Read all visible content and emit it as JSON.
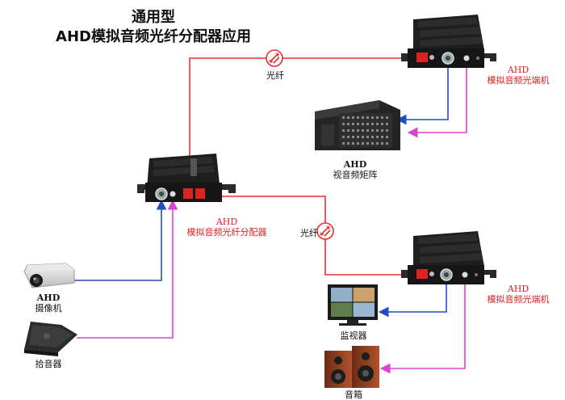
{
  "title": {
    "line1": "通用型",
    "line2": "AHD模拟音频光纤分配器应用"
  },
  "labels": {
    "fiber_top": "光纤",
    "fiber_bottom": "光纤",
    "top_receiver_line1": "AHD",
    "top_receiver_line2": "模拟音频光端机",
    "matrix_line1": "AHD",
    "matrix_line2": "视音频矩阵",
    "splitter_line1": "AHD",
    "splitter_line2": "模拟音频光纤分配器",
    "camera_line1": "AHD",
    "camera_line2": "摄像机",
    "mic": "拾音器",
    "bottom_receiver_line1": "AHD",
    "bottom_receiver_line2": "模拟音频光端机",
    "monitor": "监视器",
    "speaker": "音箱"
  },
  "colors": {
    "fiber": "#e83030",
    "video": "#1f4fbf",
    "audio": "#e040d0",
    "device": "#1b1b1b"
  },
  "icons": {
    "fiber_connector": "fiber-link-icon"
  }
}
